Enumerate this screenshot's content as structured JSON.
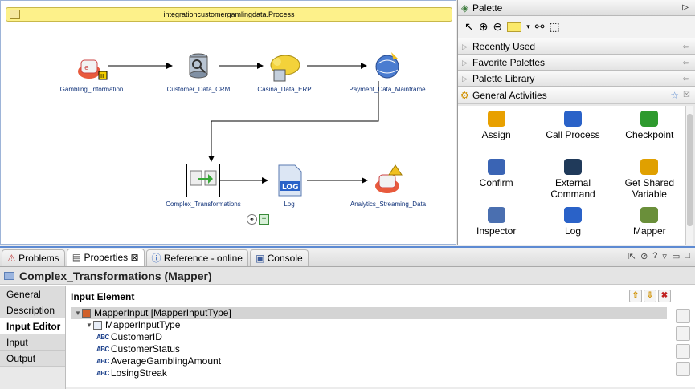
{
  "process": {
    "title": "integrationcustomergamlingdata.Process",
    "nodes": [
      {
        "id": "gambling",
        "label": "Gambling_Information",
        "icon": "java-cup-icon"
      },
      {
        "id": "crm",
        "label": "Customer_Data_CRM",
        "icon": "database-icon"
      },
      {
        "id": "erp",
        "label": "Casina_Data_ERP",
        "icon": "hadoop-elephant-icon"
      },
      {
        "id": "mainframe",
        "label": "Payment_Data_Mainframe",
        "icon": "globe-icon"
      },
      {
        "id": "complex",
        "label": "Complex_Transformations",
        "icon": "mapper-icon"
      },
      {
        "id": "log",
        "label": "Log",
        "icon": "log-icon"
      },
      {
        "id": "analytics",
        "label": "Analytics_Streaming_Data",
        "icon": "java-cup-icon"
      }
    ]
  },
  "palette": {
    "title": "Palette",
    "drawers": [
      "Recently Used",
      "Favorite Palettes",
      "Palette Library"
    ],
    "active_drawer": "General Activities",
    "items": [
      {
        "label": "Assign",
        "color": "#e8a000"
      },
      {
        "label": "Call Process",
        "color": "#2a62c8"
      },
      {
        "label": "Checkpoint",
        "color": "#2e9a2e"
      },
      {
        "label": "Confirm",
        "color": "#3a64b4"
      },
      {
        "label": "External Command",
        "color": "#203a5a"
      },
      {
        "label": "Get Shared Variable",
        "color": "#e0a000"
      },
      {
        "label": "Inspector",
        "color": "#4a6fb0"
      },
      {
        "label": "Log",
        "color": "#2a62c8"
      },
      {
        "label": "Mapper",
        "color": "#6a8f3a"
      },
      {
        "label": "",
        "color": "#e8a000"
      },
      {
        "label": "",
        "color": "#8a6a3a"
      },
      {
        "label": "",
        "color": "#c04040"
      }
    ]
  },
  "tabs": [
    {
      "label": "Problems",
      "active": false
    },
    {
      "label": "Properties ⊠",
      "active": true
    },
    {
      "label": "Reference - online",
      "active": false
    },
    {
      "label": "Console",
      "active": false
    }
  ],
  "properties": {
    "title": "Complex_Transformations (Mapper)",
    "side_tabs": [
      "General",
      "Description",
      "Input Editor",
      "Input",
      "Output"
    ],
    "selected_tab": "Input Editor",
    "section_header": "Input Element",
    "tree": [
      {
        "label": "MapperInput  [MapperInputType]",
        "level": 0,
        "kind": "root",
        "selected": true
      },
      {
        "label": "MapperInputType",
        "level": 1,
        "kind": "type",
        "selected": false
      },
      {
        "label": "CustomerID",
        "level": 2,
        "kind": "string",
        "selected": false
      },
      {
        "label": "CustomerStatus",
        "level": 2,
        "kind": "string",
        "selected": false
      },
      {
        "label": "AverageGamblingAmount",
        "level": 2,
        "kind": "string",
        "selected": false
      },
      {
        "label": "LosingStreak",
        "level": 2,
        "kind": "string",
        "selected": false
      }
    ]
  }
}
